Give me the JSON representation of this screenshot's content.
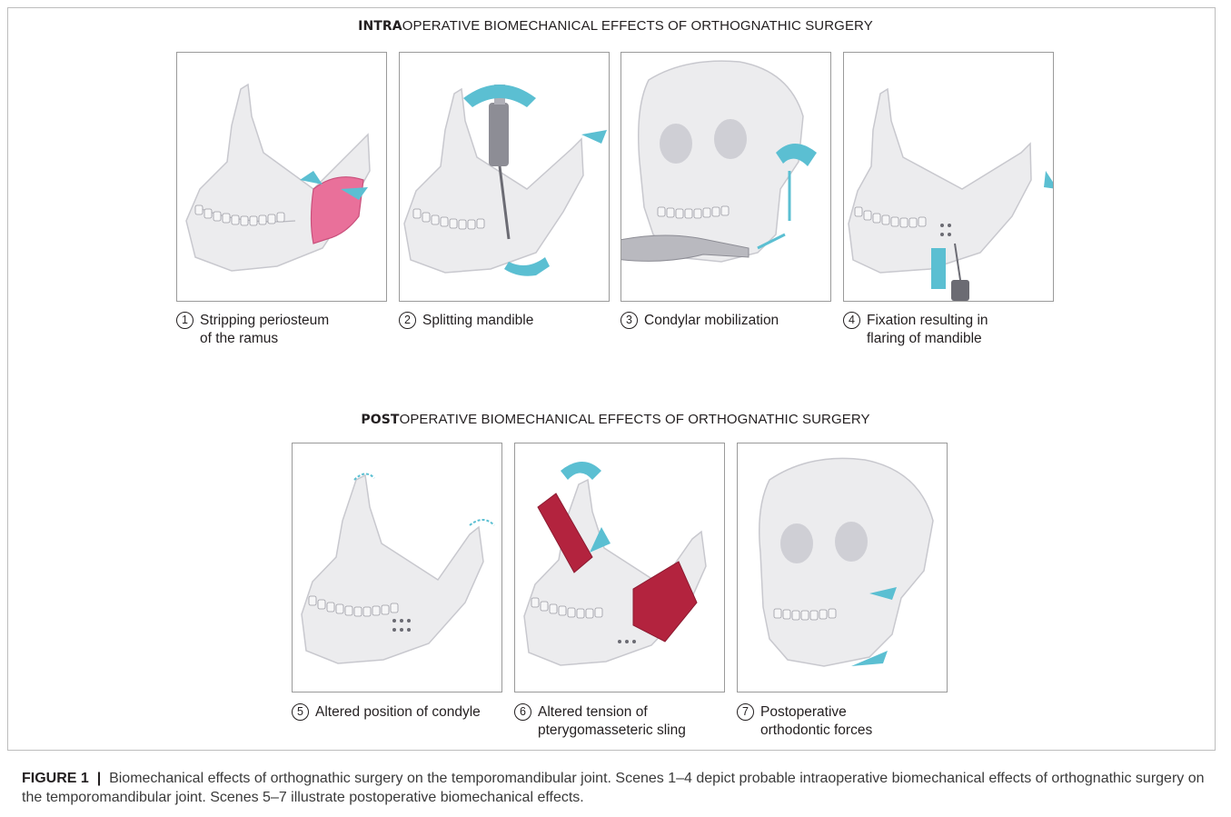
{
  "intra_title": {
    "bold": "INTRA",
    "rest": "OPERATIVE BIOMECHANICAL EFFECTS OF ORTHOGNATHIC SURGERY"
  },
  "post_title": {
    "bold": "POST",
    "rest": "OPERATIVE BIOMECHANICAL EFFECTS OF ORTHOGNATHIC SURGERY"
  },
  "scenes": [
    {
      "num": "1",
      "line1": "Stripping periosteum",
      "line2": "of the ramus"
    },
    {
      "num": "2",
      "line1": "Splitting mandible",
      "line2": ""
    },
    {
      "num": "3",
      "line1": "Condylar mobilization",
      "line2": ""
    },
    {
      "num": "4",
      "line1": "Fixation resulting in",
      "line2": "flaring of mandible"
    },
    {
      "num": "5",
      "line1": "Altered position of condyle",
      "line2": ""
    },
    {
      "num": "6",
      "line1": "Altered tension of",
      "line2": "pterygomasseteric sling"
    },
    {
      "num": "7",
      "line1": "Postoperative",
      "line2": "orthodontic forces"
    }
  ],
  "caption": {
    "label": "FIGURE 1",
    "separator": "|",
    "text": "Biomechanical effects of orthognathic surgery on the temporomandibular joint. Scenes 1–4 depict probable intraoperative biomechanical effects of orthognathic surgery on the temporomandibular joint. Scenes 5–7 illustrate postoperative biomechanical effects."
  },
  "colors": {
    "bone": "#ededef",
    "bone_edge": "#c9c9cf",
    "arrow": "#5bbfd2",
    "periosteum": "#e9709a",
    "muscle": "#b3233e",
    "tool": "#8d8d95"
  }
}
